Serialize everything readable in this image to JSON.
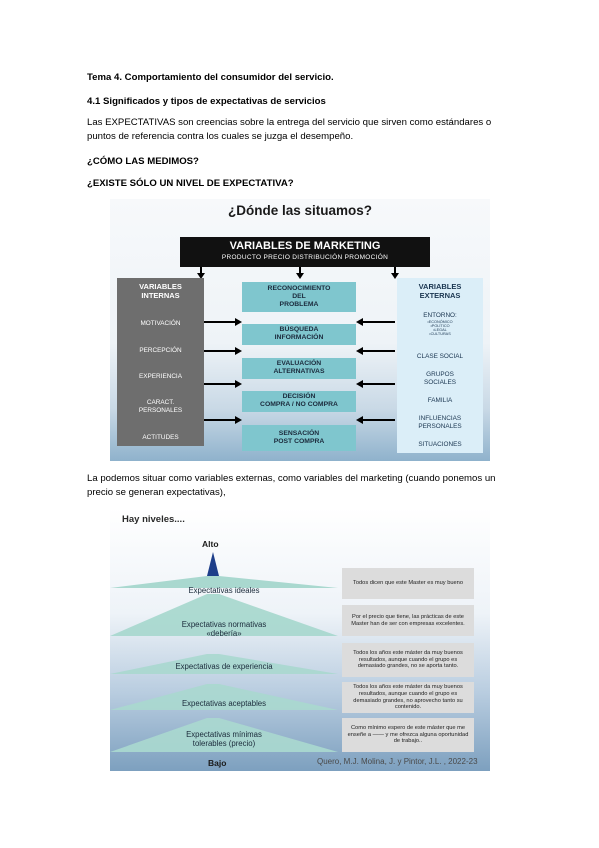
{
  "doc": {
    "heading": "Tema 4. Comportamiento del consumidor del servicio.",
    "subheading": "4.1 Significados y tipos de expectativas de servicios",
    "para1_line1": "Las EXPECTATIVAS son creencias sobre la entrega del servicio que sirven como estándares o",
    "para1_line2": "puntos de referencia contra los cuales se juzga el desempeño.",
    "q1": "¿CÓMO LAS MEDIMOS?",
    "q2": "¿EXISTE SÓLO UN NIVEL DE EXPECTATIVA?",
    "para2_line1": "La podemos situar como variables externas, como variables del marketing (cuando ponemos un",
    "para2_line2": "precio se generan expectativas),"
  },
  "figure1": {
    "title": "¿Dónde las situamos?",
    "marketing": {
      "title": "VARIABLES DE MARKETING",
      "items": "PRODUCTO   PRECIO   DISTRIBUCIÓN   PROMOCIÓN"
    },
    "internal": {
      "title_line1": "VARIABLES",
      "title_line2": "INTERNAS",
      "items": [
        "MOTIVACIÓN",
        "PERCEPCIÓN",
        "EXPERIENCIA",
        "CARACT.",
        "PERSONALES",
        "ACTITUDES"
      ]
    },
    "steps": [
      {
        "line1": "RECONOCIMIENTO",
        "line2": "DEL",
        "line3": "PROBLEMA"
      },
      {
        "line1": "BÚSQUEDA",
        "line2": "INFORMACIÓN"
      },
      {
        "line1": "EVALUACIÓN",
        "line2": "ALTERNATIVAS"
      },
      {
        "line1": "DECISIÓN",
        "line2": "COMPRA / NO COMPRA"
      },
      {
        "line1": "SENSACIÓN",
        "line2": "POST COMPRA"
      }
    ],
    "external": {
      "title_line1": "VARIABLES",
      "title_line2": "EXTERNAS",
      "entorno": "ENTORNO:",
      "entorno_items": [
        "•ECONÓMICO",
        "•POLÍTICO",
        "•LEGAL",
        "•CULTURAS"
      ],
      "items": [
        "CLASE SOCIAL",
        "GRUPOS",
        "SOCIALES",
        "FAMILIA",
        "INFLUENCIAS",
        "PERSONALES",
        "SITUACIONES"
      ]
    },
    "colors": {
      "step_fill": "#7fc6ce",
      "internal_fill": "#6e6e6e",
      "external_fill": "#dbeef8"
    }
  },
  "figure2": {
    "title": "Hay niveles....",
    "top_label": "Alto",
    "bottom_label": "Bajo",
    "tiers": [
      {
        "line1": "Expectativas ideales",
        "line2": ""
      },
      {
        "line1": "Expectativas normativas",
        "line2": "«debería»"
      },
      {
        "line1": "Expectativas de experiencia",
        "line2": ""
      },
      {
        "line1": "Expectativas aceptables",
        "line2": ""
      },
      {
        "line1": "Expectativas mínimas",
        "line2": "tolerables (precio)"
      }
    ],
    "notes": [
      "Todos dicen que este Master es muy bueno",
      "Por el precio que tiene, las prácticas de este Master han de ser con empresas excelentes.",
      "Todos los años este máster da muy buenos resultados, aunque cuando el grupo es demasiado grandes, no se aporta tanto.",
      "Todos los años este máster da muy buenos resultados, aunque cuando el grupo es demasiado grandes, no aprovecho tanto su contenido.",
      "Como mínimo espero de este máster que me enseñe a —— y me ofrezca alguna oportunidad de trabajo.."
    ],
    "citation": "Quero, M.J. Molina, J. y Pintor, J.L. , 2022-23",
    "colors": {
      "pyramid_fill": "#a9d8cf",
      "pyramid_apex": "#1e3f8a",
      "note_fill": "#dcdcdc"
    }
  }
}
